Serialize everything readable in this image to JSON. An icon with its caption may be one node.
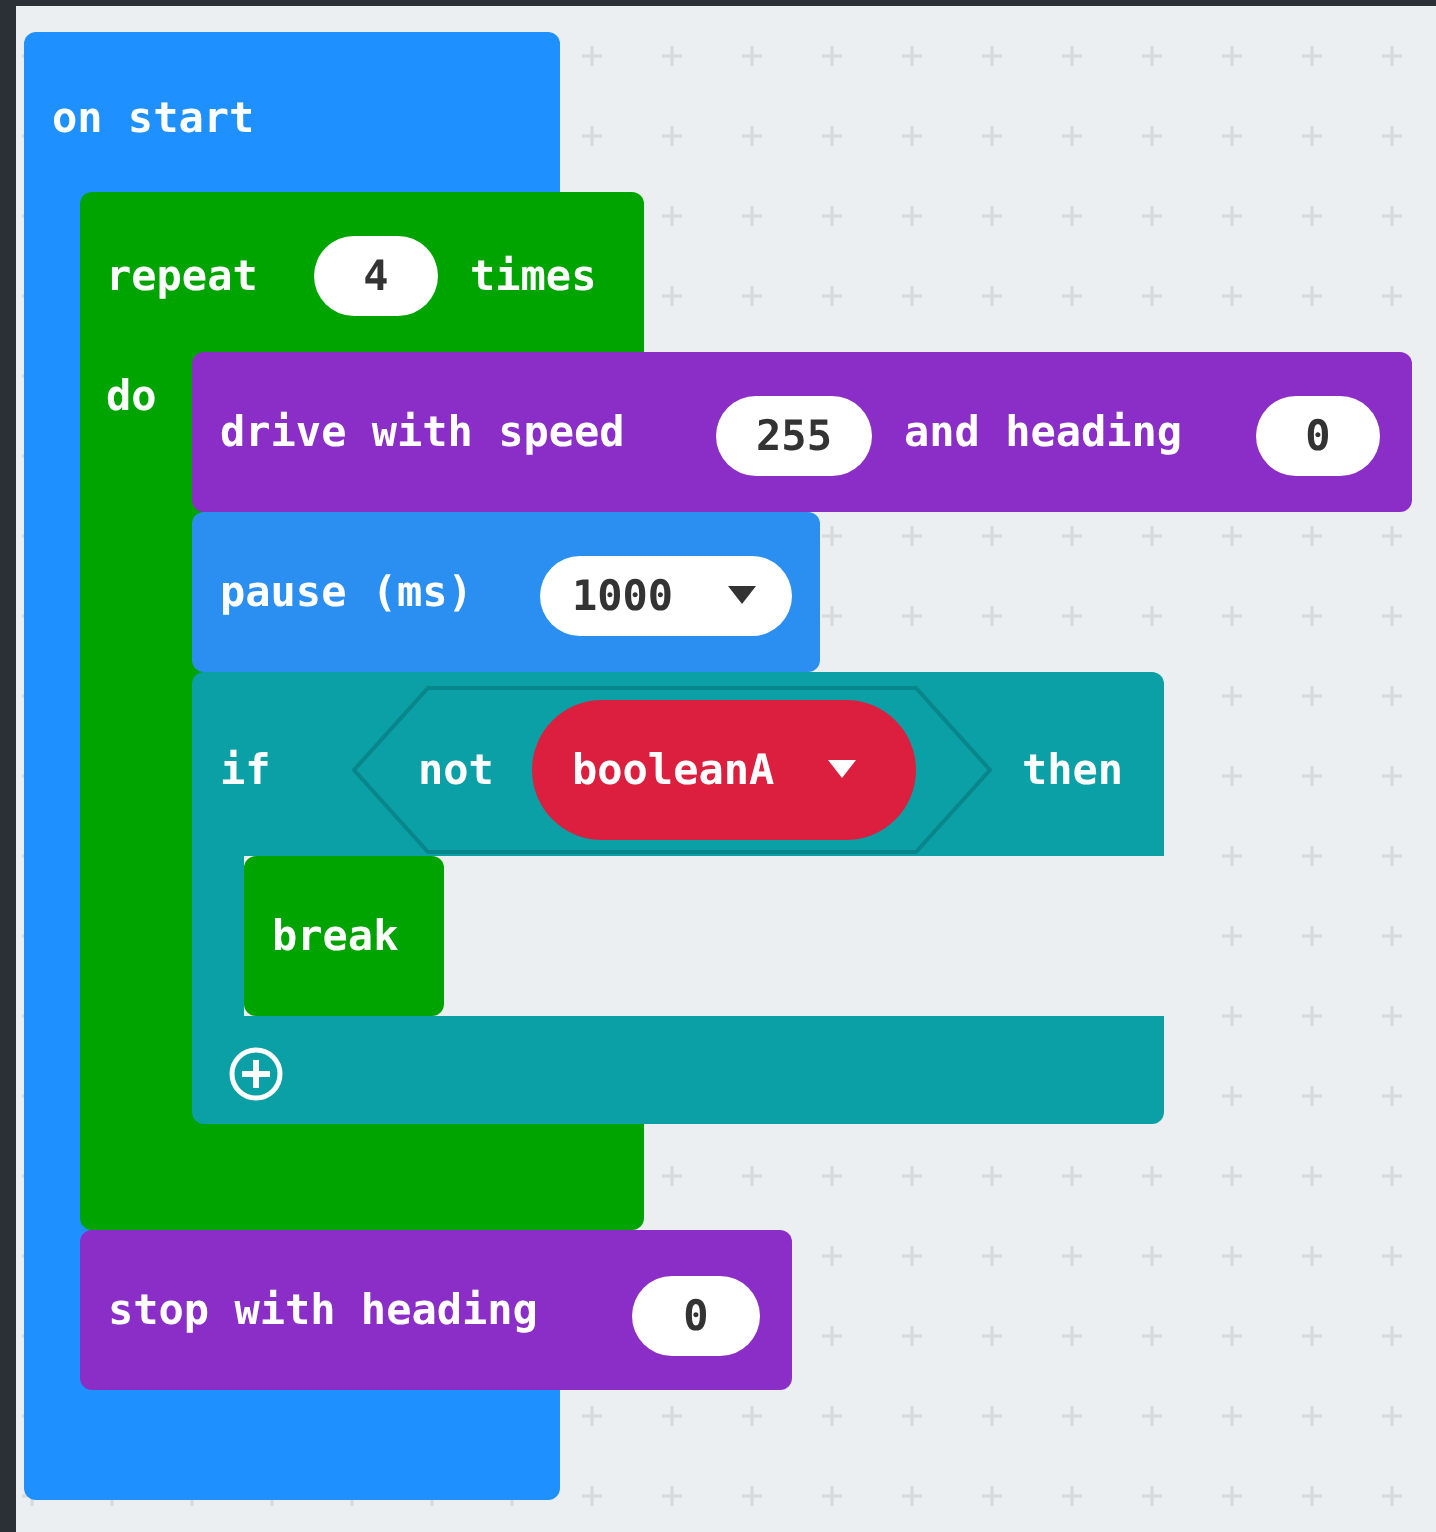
{
  "diagram": {
    "nodes": [
      {
        "text": [
          "on start"
        ]
      },
      {
        "text": [
          "repeat",
          "times",
          "do"
        ],
        "in": 0
      },
      {
        "text": [
          "4"
        ],
        "in": 1
      },
      {
        "text": [
          "drive with speed",
          "and heading"
        ]
      },
      {
        "text": [
          "255"
        ],
        "in": 3
      },
      {
        "text": [
          "0"
        ],
        "in": 3
      },
      {
        "text": [
          "pause (ms)"
        ]
      },
      {
        "text": [
          "1000"
        ],
        "in": 6
      },
      {
        "text": [
          "if",
          "then"
        ]
      },
      {
        "text": [
          "not"
        ],
        "in": 8
      },
      {
        "text": [
          "booleanA"
        ],
        "in": 9
      },
      {
        "text": [
          "break"
        ]
      },
      {
        "text": [
          "stop with heading"
        ]
      },
      {
        "text": [
          "0"
        ],
        "in": 12
      }
    ]
  }
}
